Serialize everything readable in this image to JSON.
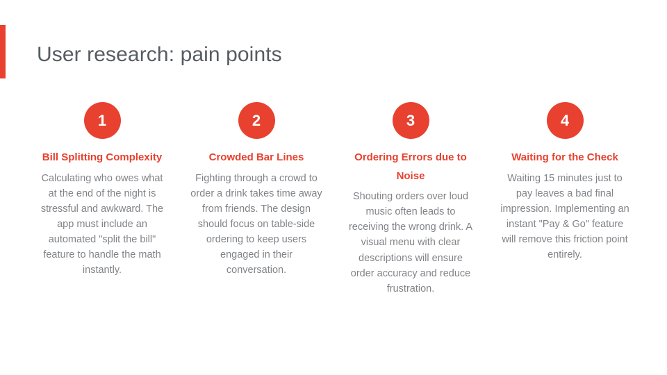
{
  "slide": {
    "title": "User research: pain points",
    "accent_color": "#E8412F",
    "title_color": "#575C63",
    "body_color": "#808387",
    "background_color": "#FFFFFF"
  },
  "columns": [
    {
      "number": "1",
      "heading": "Bill Splitting Complexity",
      "body": "Calculating who owes what at the end of the night is stressful and awkward. The app must include an automated \"split the bill\" feature to handle the math instantly."
    },
    {
      "number": "2",
      "heading": "Crowded Bar Lines",
      "body": "Fighting through a crowd to order a drink takes time away from friends. The design should focus on table-side ordering to keep users engaged in their conversation."
    },
    {
      "number": "3",
      "heading": "Ordering Errors due to Noise",
      "body": "Shouting orders over loud music often leads to receiving the wrong drink. A visual menu with clear descriptions will ensure order accuracy and reduce frustration."
    },
    {
      "number": "4",
      "heading": "Waiting for the Check",
      "body": "Waiting 15 minutes just to pay leaves a bad final impression. Implementing an instant \"Pay & Go\" feature will remove this friction point entirely."
    }
  ]
}
